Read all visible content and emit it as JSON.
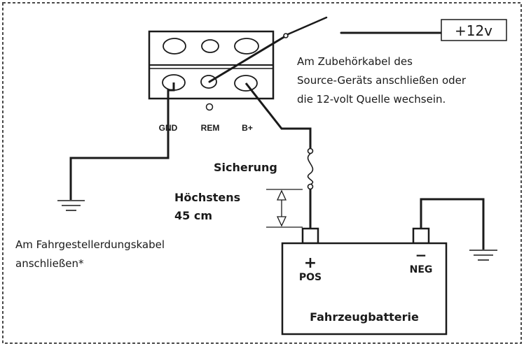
{
  "terminals": {
    "gnd": "GND",
    "rem": "REM",
    "bplus": "B+"
  },
  "power_tag": "+12v",
  "accessory_note": {
    "line1": "Am Zubehörkabel des",
    "line2": "Source-Geräts anschließen oder",
    "line3": "die 12-volt Quelle wechsein."
  },
  "fuse_label": "Sicherung",
  "max_distance": {
    "line1": "Höchstens",
    "line2": "45 cm"
  },
  "chassis_note": {
    "line1": "Am Fahrgestellerdungskabel",
    "line2": "anschließen*"
  },
  "battery": {
    "pos_sign": "+",
    "pos": "POS",
    "neg_sign": "−",
    "neg": "NEG",
    "name": "Fahrzeugbatterie"
  },
  "colors": {
    "line": "#1a1a1a",
    "frame": "#4a4a4a",
    "background": "#ffffff"
  }
}
